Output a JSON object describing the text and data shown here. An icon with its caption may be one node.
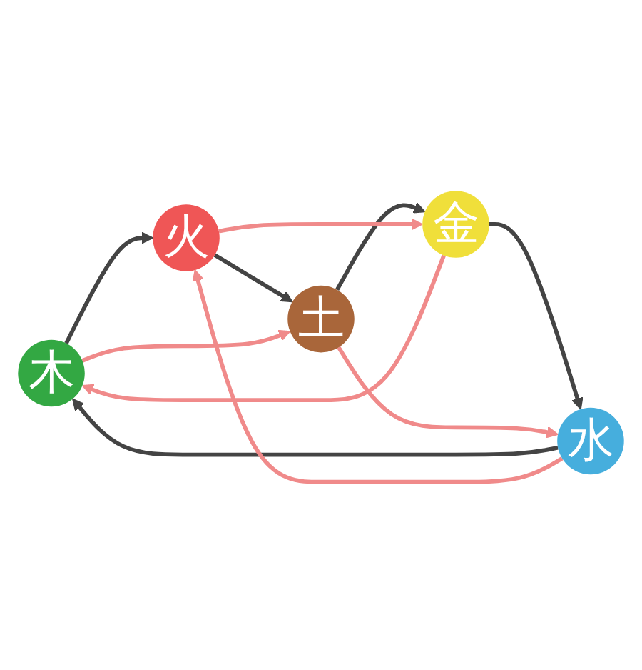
{
  "diagram": {
    "nodes": [
      {
        "text": [
          "木"
        ]
      },
      {
        "text": [
          "火"
        ]
      },
      {
        "text": [
          "土"
        ]
      },
      {
        "text": [
          "金"
        ]
      },
      {
        "text": [
          "水"
        ]
      }
    ],
    "edges": [
      {
        "from": 0,
        "to": 1,
        "arrow": "to"
      },
      {
        "from": 1,
        "to": 2,
        "arrow": "to"
      },
      {
        "from": 2,
        "to": 3,
        "arrow": "to"
      },
      {
        "from": 3,
        "to": 4,
        "arrow": "to"
      },
      {
        "from": 4,
        "to": 0,
        "arrow": "to"
      },
      {
        "from": 0,
        "to": 2,
        "arrow": "to",
        "color": "#f08a8a"
      },
      {
        "from": 2,
        "to": 4,
        "arrow": "to",
        "color": "#f08a8a"
      },
      {
        "from": 4,
        "to": 1,
        "arrow": "to",
        "color": "#f08a8a"
      },
      {
        "from": 1,
        "to": 3,
        "arrow": "to",
        "color": "#f08a8a"
      },
      {
        "from": 3,
        "to": 0,
        "arrow": "to",
        "color": "#f08a8a"
      }
    ]
  }
}
